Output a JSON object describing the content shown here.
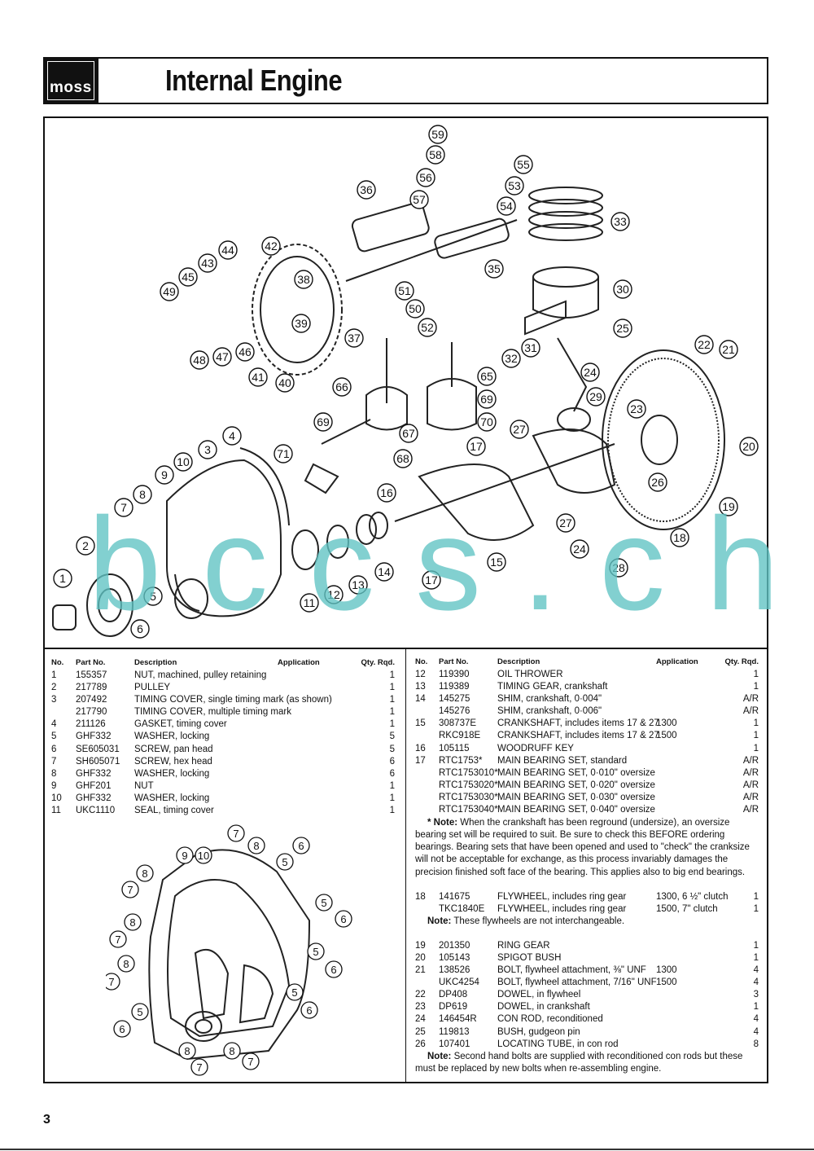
{
  "header": {
    "logo": "moss",
    "title": "Internal Engine"
  },
  "watermark": "bccs.ch",
  "page_number": "3",
  "columns": {
    "no": "No.",
    "part_no": "Part No.",
    "description": "Description",
    "application": "Application",
    "qty": "Qty. Rqd."
  },
  "diagram_callouts": [
    "1",
    "2",
    "3",
    "4",
    "5",
    "6",
    "7",
    "8",
    "9",
    "10",
    "11",
    "12",
    "13",
    "14",
    "15",
    "16",
    "17",
    "17",
    "18",
    "19",
    "20",
    "21",
    "22",
    "23",
    "24",
    "24",
    "25",
    "26",
    "27",
    "27",
    "28",
    "29",
    "30",
    "31",
    "32",
    "33",
    "35",
    "36",
    "37",
    "38",
    "39",
    "40",
    "41",
    "42",
    "43",
    "44",
    "45",
    "46",
    "47",
    "48",
    "49",
    "50",
    "51",
    "52",
    "53",
    "54",
    "55",
    "56",
    "57",
    "58",
    "59",
    "65",
    "66",
    "67",
    "68",
    "69",
    "69",
    "70",
    "71"
  ],
  "detail_callouts": [
    "7",
    "8",
    "6",
    "9",
    "10",
    "5",
    "8",
    "5",
    "7",
    "6",
    "8",
    "7",
    "5",
    "8",
    "6",
    "7",
    "5",
    "5",
    "6",
    "6",
    "8",
    "7",
    "8",
    "7"
  ],
  "parts_left": [
    {
      "no": "1",
      "part": "155357",
      "desc": "NUT, machined, pulley retaining",
      "app": "",
      "qty": "1"
    },
    {
      "no": "2",
      "part": "217789",
      "desc": "PULLEY",
      "app": "",
      "qty": "1"
    },
    {
      "no": "3",
      "part": "207492",
      "desc": "TIMING COVER, single timing mark (as shown)",
      "app": "",
      "qty": "1"
    },
    {
      "no": "",
      "part": "217790",
      "desc": "TIMING COVER, multiple timing mark",
      "app": "",
      "qty": "1"
    },
    {
      "no": "4",
      "part": "211126",
      "desc": "GASKET, timing cover",
      "app": "",
      "qty": "1"
    },
    {
      "no": "5",
      "part": "GHF332",
      "desc": "WASHER, locking",
      "app": "",
      "qty": "5"
    },
    {
      "no": "6",
      "part": "SE605031",
      "desc": "SCREW, pan head",
      "app": "",
      "qty": "5"
    },
    {
      "no": "7",
      "part": "SH605071",
      "desc": "SCREW, hex head",
      "app": "",
      "qty": "6"
    },
    {
      "no": "8",
      "part": "GHF332",
      "desc": "WASHER, locking",
      "app": "",
      "qty": "6"
    },
    {
      "no": "9",
      "part": "GHF201",
      "desc": "NUT",
      "app": "",
      "qty": "1"
    },
    {
      "no": "10",
      "part": "GHF332",
      "desc": "WASHER, locking",
      "app": "",
      "qty": "1"
    },
    {
      "no": "11",
      "part": "UKC1110",
      "desc": "SEAL, timing cover",
      "app": "",
      "qty": "1"
    }
  ],
  "parts_right_a": [
    {
      "no": "12",
      "part": "119390",
      "desc": "OIL THROWER",
      "app": "",
      "qty": "1"
    },
    {
      "no": "13",
      "part": "119389",
      "desc": "TIMING GEAR, crankshaft",
      "app": "",
      "qty": "1"
    },
    {
      "no": "14",
      "part": "145275",
      "desc": "SHIM, crankshaft, 0·004\"",
      "app": "",
      "qty": "A/R"
    },
    {
      "no": "",
      "part": "145276",
      "desc": "SHIM, crankshaft, 0·006\"",
      "app": "",
      "qty": "A/R"
    },
    {
      "no": "15",
      "part": "308737E",
      "desc": "CRANKSHAFT, includes items 17 & 27",
      "app": "1300",
      "qty": "1"
    },
    {
      "no": "",
      "part": "RKC918E",
      "desc": "CRANKSHAFT, includes items 17 & 27",
      "app": "1500",
      "qty": "1"
    },
    {
      "no": "16",
      "part": "105115",
      "desc": "WOODRUFF KEY",
      "app": "",
      "qty": "1"
    },
    {
      "no": "17",
      "part": "RTC1753*",
      "desc": "MAIN BEARING SET, standard",
      "app": "",
      "qty": "A/R"
    },
    {
      "no": "",
      "part": "RTC1753010*",
      "desc": "MAIN BEARING SET, 0·010\" oversize",
      "app": "",
      "qty": "A/R"
    },
    {
      "no": "",
      "part": "RTC1753020*",
      "desc": "MAIN BEARING SET, 0·020\" oversize",
      "app": "",
      "qty": "A/R"
    },
    {
      "no": "",
      "part": "RTC1753030*",
      "desc": "MAIN BEARING SET, 0·030\" oversize",
      "app": "",
      "qty": "A/R"
    },
    {
      "no": "",
      "part": "RTC1753040*",
      "desc": "MAIN BEARING SET, 0·040\" oversize",
      "app": "",
      "qty": "A/R"
    }
  ],
  "note_bearing": {
    "label": "* Note:",
    "text": "When the crankshaft has been reground (undersize), an oversize bearing set will be required to suit. Be sure to check this BEFORE ordering bearings. Bearing sets that have been opened and used to \"check\" the cranksize will not be acceptable for exchange, as this process invariably damages the precision finished soft face of the bearing. This applies also to big end bearings."
  },
  "parts_right_b": [
    {
      "no": "18",
      "part": "141675",
      "desc": "FLYWHEEL, includes ring gear",
      "app": "1300, 6 ½\" clutch",
      "qty": "1"
    },
    {
      "no": "",
      "part": "TKC1840E",
      "desc": "FLYWHEEL, includes ring gear",
      "app": "1500, 7\" clutch",
      "qty": "1"
    }
  ],
  "note_flywheel": {
    "label": "Note:",
    "text": "These flywheels are not interchangeable."
  },
  "parts_right_c": [
    {
      "no": "19",
      "part": "201350",
      "desc": "RING GEAR",
      "app": "",
      "qty": "1"
    },
    {
      "no": "20",
      "part": "105143",
      "desc": "SPIGOT BUSH",
      "app": "",
      "qty": "1"
    },
    {
      "no": "21",
      "part": "138526",
      "desc": "BOLT, flywheel attachment, ⅜\" UNF",
      "app": "1300",
      "qty": "4"
    },
    {
      "no": "",
      "part": "UKC4254",
      "desc": "BOLT, flywheel attachment, 7/16\" UNF",
      "app": "1500",
      "qty": "4"
    },
    {
      "no": "22",
      "part": "DP408",
      "desc": "DOWEL, in flywheel",
      "app": "",
      "qty": "3"
    },
    {
      "no": "23",
      "part": "DP619",
      "desc": "DOWEL, in crankshaft",
      "app": "",
      "qty": "1"
    },
    {
      "no": "24",
      "part": "146454R",
      "desc": "CON ROD, reconditioned",
      "app": "",
      "qty": "4"
    },
    {
      "no": "25",
      "part": "119813",
      "desc": "BUSH, gudgeon pin",
      "app": "",
      "qty": "4"
    },
    {
      "no": "26",
      "part": "107401",
      "desc": "LOCATING TUBE, in con rod",
      "app": "",
      "qty": "8"
    }
  ],
  "note_conrod": {
    "label": "Note:",
    "text": "Second hand bolts are supplied with reconditioned con rods but these must be replaced by new bolts when re-assembling engine."
  }
}
